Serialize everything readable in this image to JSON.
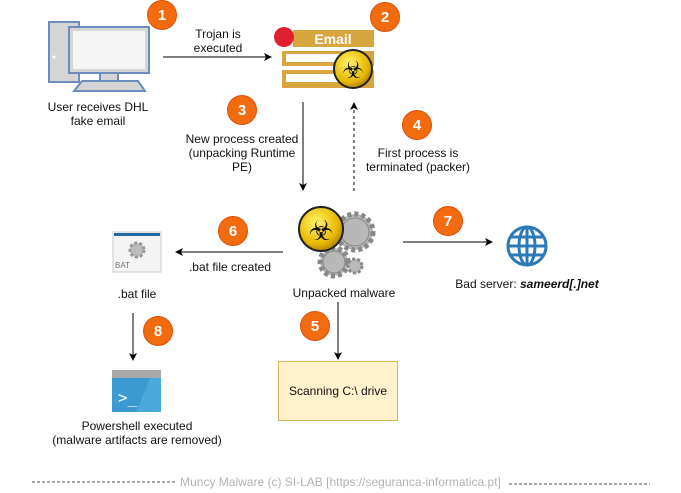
{
  "steps": [
    {
      "number": "1",
      "label": "User receives DHL\nfake email"
    },
    {
      "number": "2",
      "label": "Trojan is\nexecuted"
    },
    {
      "number": "3",
      "label": "New process created\n(unpacking Runtime\nPE)"
    },
    {
      "number": "4",
      "label": "First process is\nterminated (packer)"
    },
    {
      "number": "5",
      "label": "Scanning C:\\ drive"
    },
    {
      "number": "6",
      "label": ".bat file created"
    },
    {
      "number": "7",
      "label_prefix": "Bad server: ",
      "label_server": "sameerd[.]net"
    },
    {
      "number": "8",
      "label": "Powershell executed\n(malware artifacts are removed)"
    }
  ],
  "nodes": {
    "email_icon_text": "Email",
    "malware": "Unpacked malware",
    "bat_file": ".bat file",
    "bat_icon_text": "BAT"
  },
  "footer": "Muncy Malware (c) SI-LAB [https://seguranca-informatica.pt]",
  "colors": {
    "badge": "#f26b0f",
    "scan_box": "#fff2cc",
    "scan_border": "#d6b656",
    "globe": "#2a7ab8",
    "powershell": "#3b9ad1"
  },
  "icons": [
    "desktop-computer-icon",
    "email-biohazard-icon",
    "biohazard-gears-icon",
    "bat-file-icon",
    "globe-icon",
    "powershell-icon"
  ]
}
